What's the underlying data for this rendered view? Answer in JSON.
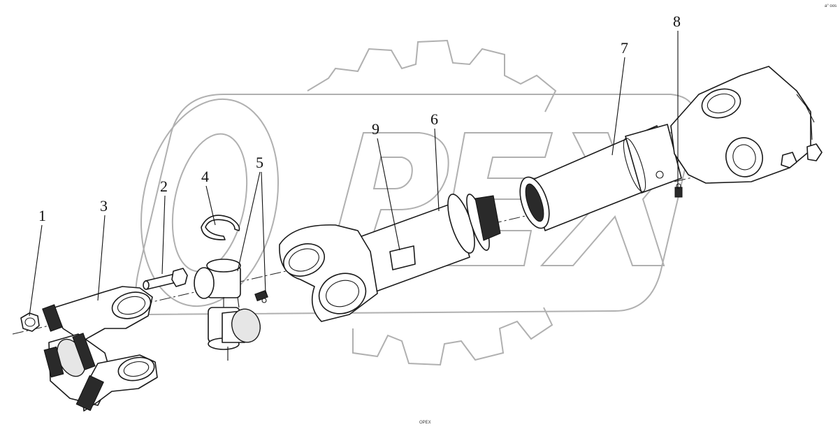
{
  "diagram": {
    "corner_text": "a° oos",
    "watermark_text": "OPEX",
    "callouts": [
      {
        "id": "callout-1",
        "number": "1"
      },
      {
        "id": "callout-2",
        "number": "2"
      },
      {
        "id": "callout-3",
        "number": "3"
      },
      {
        "id": "callout-4",
        "number": "4"
      },
      {
        "id": "callout-5",
        "number": "5"
      },
      {
        "id": "callout-6",
        "number": "6"
      },
      {
        "id": "callout-7",
        "number": "7"
      },
      {
        "id": "callout-8",
        "number": "8"
      },
      {
        "id": "callout-9",
        "number": "9"
      }
    ]
  }
}
